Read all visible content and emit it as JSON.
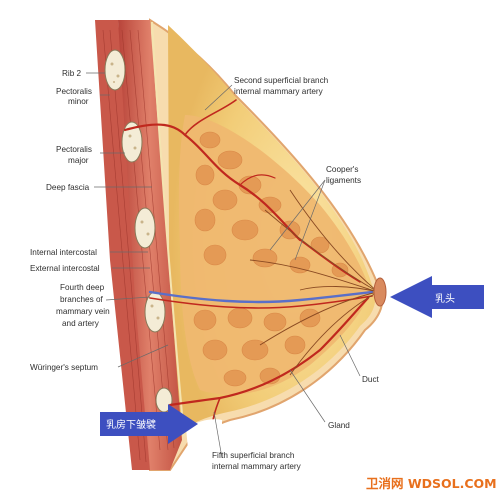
{
  "diagram": {
    "labels": {
      "rib2": "Rib 2",
      "pectoralis_minor_1": "Pectoralis",
      "pectoralis_minor_2": "minor",
      "pectoralis_major_1": "Pectoralis",
      "pectoralis_major_2": "major",
      "deep_fascia": "Deep fascia",
      "internal_intercostal": "Internal intercostal",
      "external_intercostal": "External intercostal",
      "fourth_deep_1": "Fourth deep",
      "fourth_deep_2": "branches of",
      "fourth_deep_3": "mammary vein",
      "fourth_deep_4": "and artery",
      "wuringer": "Würinger's septum",
      "second_superficial_1": "Second superficial branch",
      "second_superficial_2": "internal mammary artery",
      "coopers_1": "Cooper's",
      "coopers_2": "ligaments",
      "duct": "Duct",
      "gland": "Gland",
      "fifth_superficial_1": "Fifth superficial branch",
      "fifth_superficial_2": "internal mammary artery"
    },
    "callouts": {
      "nipple": "乳头",
      "inframammary_fold": "乳房下皱襞"
    },
    "watermark": "卫消网 WDSOL.COM",
    "colors": {
      "arrow_blue": "#3d4fc0",
      "muscle_red": "#c4453a",
      "fat_yellow": "#f3d27c",
      "gland_orange": "#e8a060",
      "vessel_red": "#c0281e",
      "vein_blue": "#5a6fc8",
      "watermark": "#e8701d"
    }
  }
}
